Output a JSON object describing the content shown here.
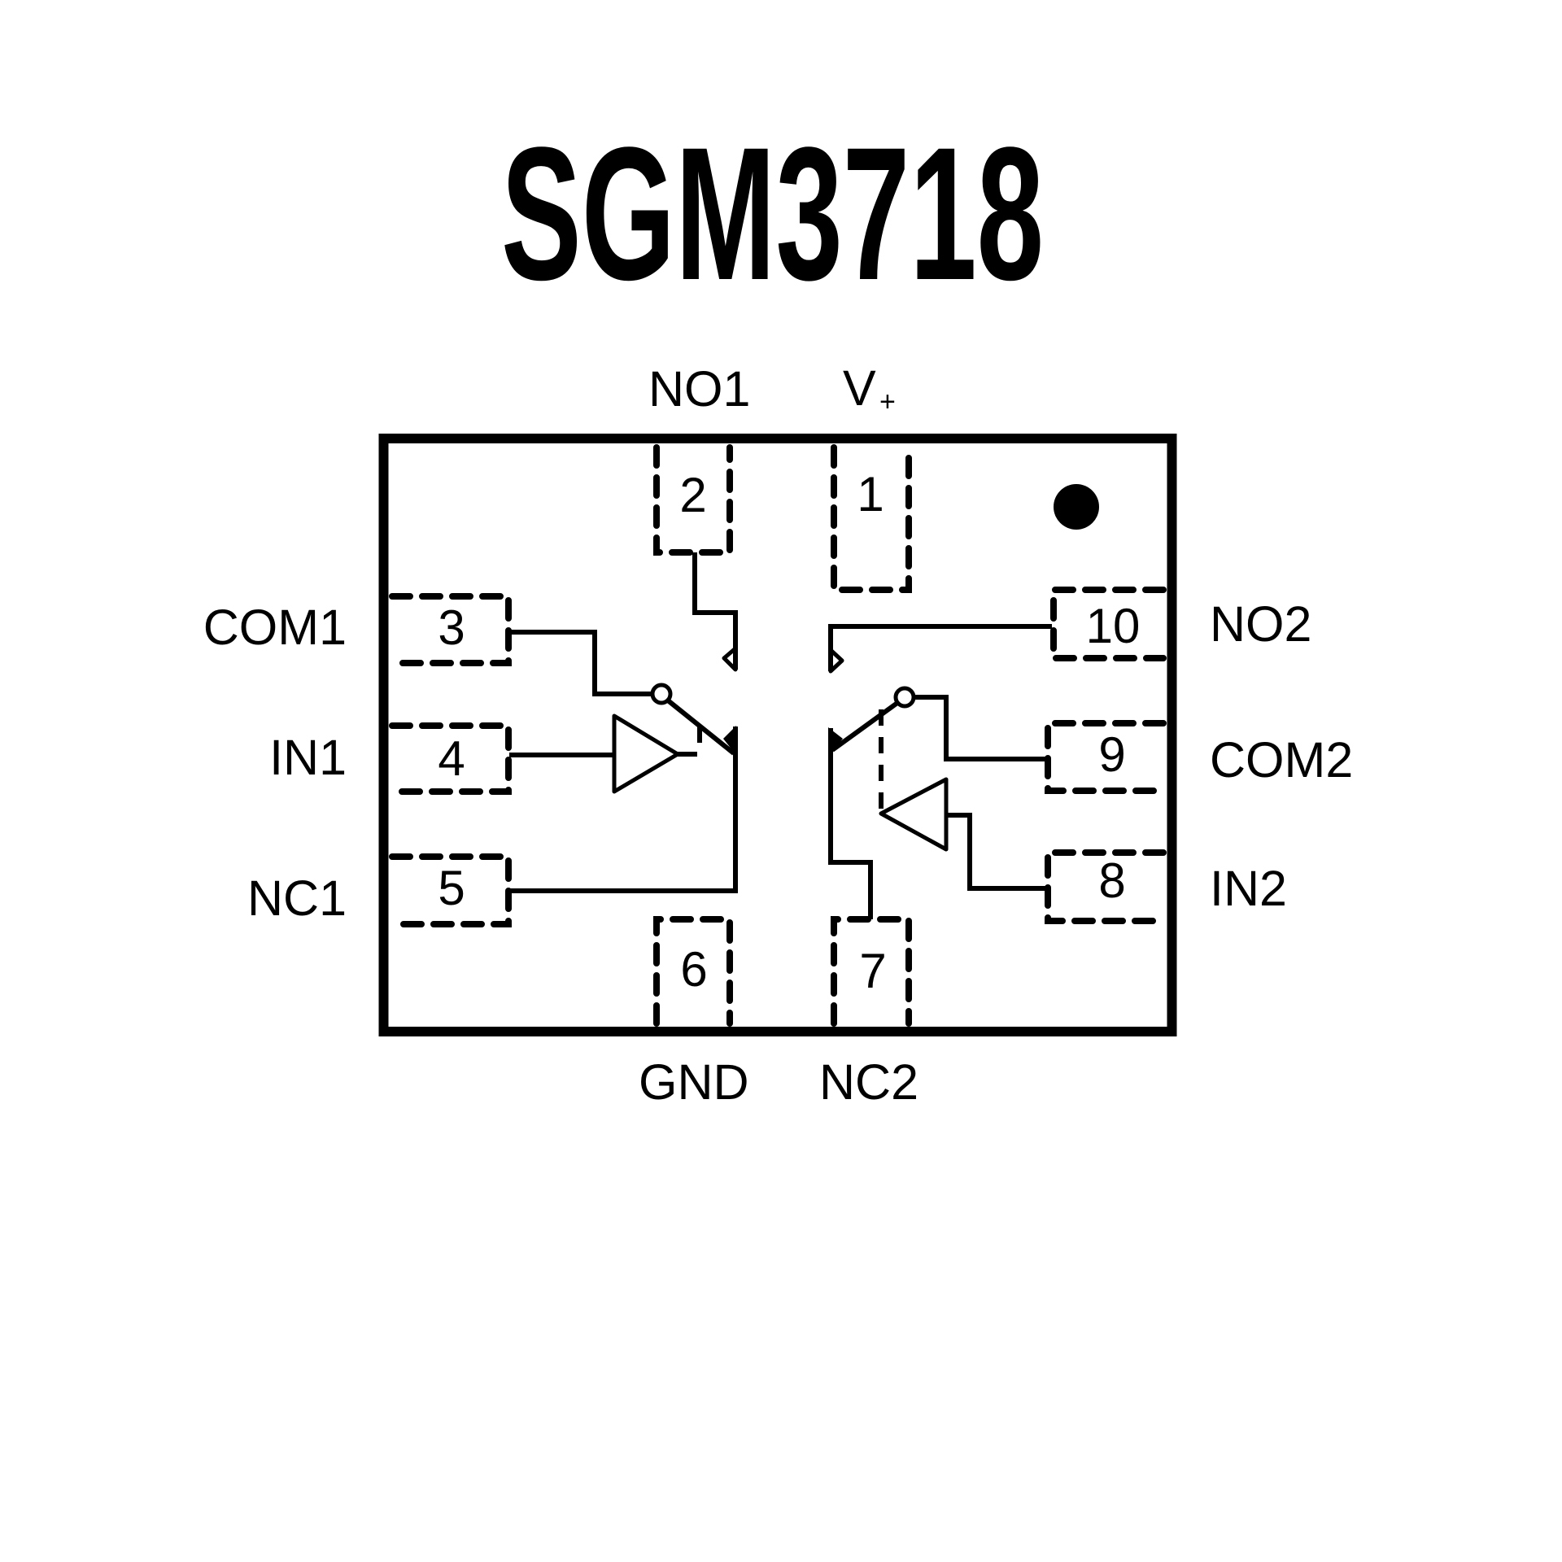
{
  "title": "SGM3718",
  "colors": {
    "ink": "#000000",
    "background": "#ffffff"
  },
  "pin1_marker": "dot-icon",
  "pins": {
    "p1": {
      "number": "1",
      "name": "V",
      "name_subscript": "+"
    },
    "p2": {
      "number": "2",
      "name": "NO1"
    },
    "p3": {
      "number": "3",
      "name": "COM1"
    },
    "p4": {
      "number": "4",
      "name": "IN1"
    },
    "p5": {
      "number": "5",
      "name": "NC1"
    },
    "p6": {
      "number": "6",
      "name": "GND"
    },
    "p7": {
      "number": "7",
      "name": "NC2"
    },
    "p8": {
      "number": "8",
      "name": "IN2"
    },
    "p9": {
      "number": "9",
      "name": "COM2"
    },
    "p10": {
      "number": "10",
      "name": "NO2"
    }
  },
  "switches": [
    {
      "name": "switch-1",
      "common": "COM1",
      "normally_open": "NO1",
      "normally_closed": "NC1",
      "control": "IN1"
    },
    {
      "name": "switch-2",
      "common": "COM2",
      "normally_open": "NO2",
      "normally_closed": "NC2",
      "control": "IN2"
    }
  ]
}
